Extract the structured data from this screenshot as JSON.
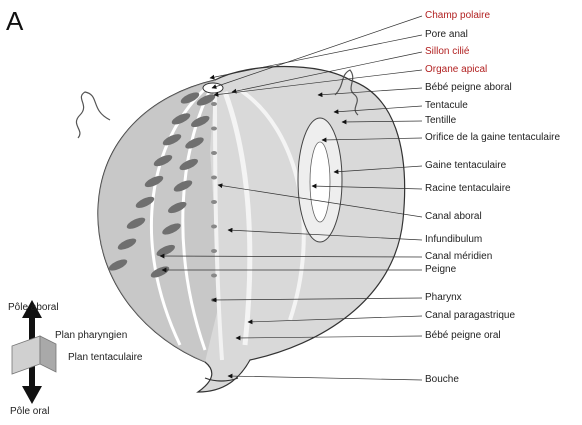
{
  "panel_letter": "A",
  "labels": [
    {
      "text": "Champ polaire",
      "color": "#b22222"
    },
    {
      "text": "Pore anal",
      "color": "#222222"
    },
    {
      "text": "Sillon cilié",
      "color": "#b22222"
    },
    {
      "text": "Organe apical",
      "color": "#b22222"
    },
    {
      "text": "Bébé peigne aboral",
      "color": "#222222"
    },
    {
      "text": "Tentacule",
      "color": "#222222"
    },
    {
      "text": "Tentille",
      "color": "#222222"
    },
    {
      "text": "Orifice de la gaine tentaculaire",
      "color": "#222222"
    },
    {
      "text": "Gaine tentaculaire",
      "color": "#222222"
    },
    {
      "text": "Racine tentaculaire",
      "color": "#222222"
    },
    {
      "text": "Canal aboral",
      "color": "#222222"
    },
    {
      "text": "Infundibulum",
      "color": "#222222"
    },
    {
      "text": "Canal méridien",
      "color": "#222222"
    },
    {
      "text": "Peigne",
      "color": "#222222"
    },
    {
      "text": "Pharynx",
      "color": "#222222"
    },
    {
      "text": "Canal paragastrique",
      "color": "#222222"
    },
    {
      "text": "Bébé peigne oral",
      "color": "#222222"
    },
    {
      "text": "Bouche",
      "color": "#222222"
    }
  ],
  "orientation": {
    "top_pole": "Pôle aboral",
    "bottom_pole": "Pôle oral",
    "plane_1": "Plan pharyngien",
    "plane_2": "Plan tentaculaire"
  }
}
